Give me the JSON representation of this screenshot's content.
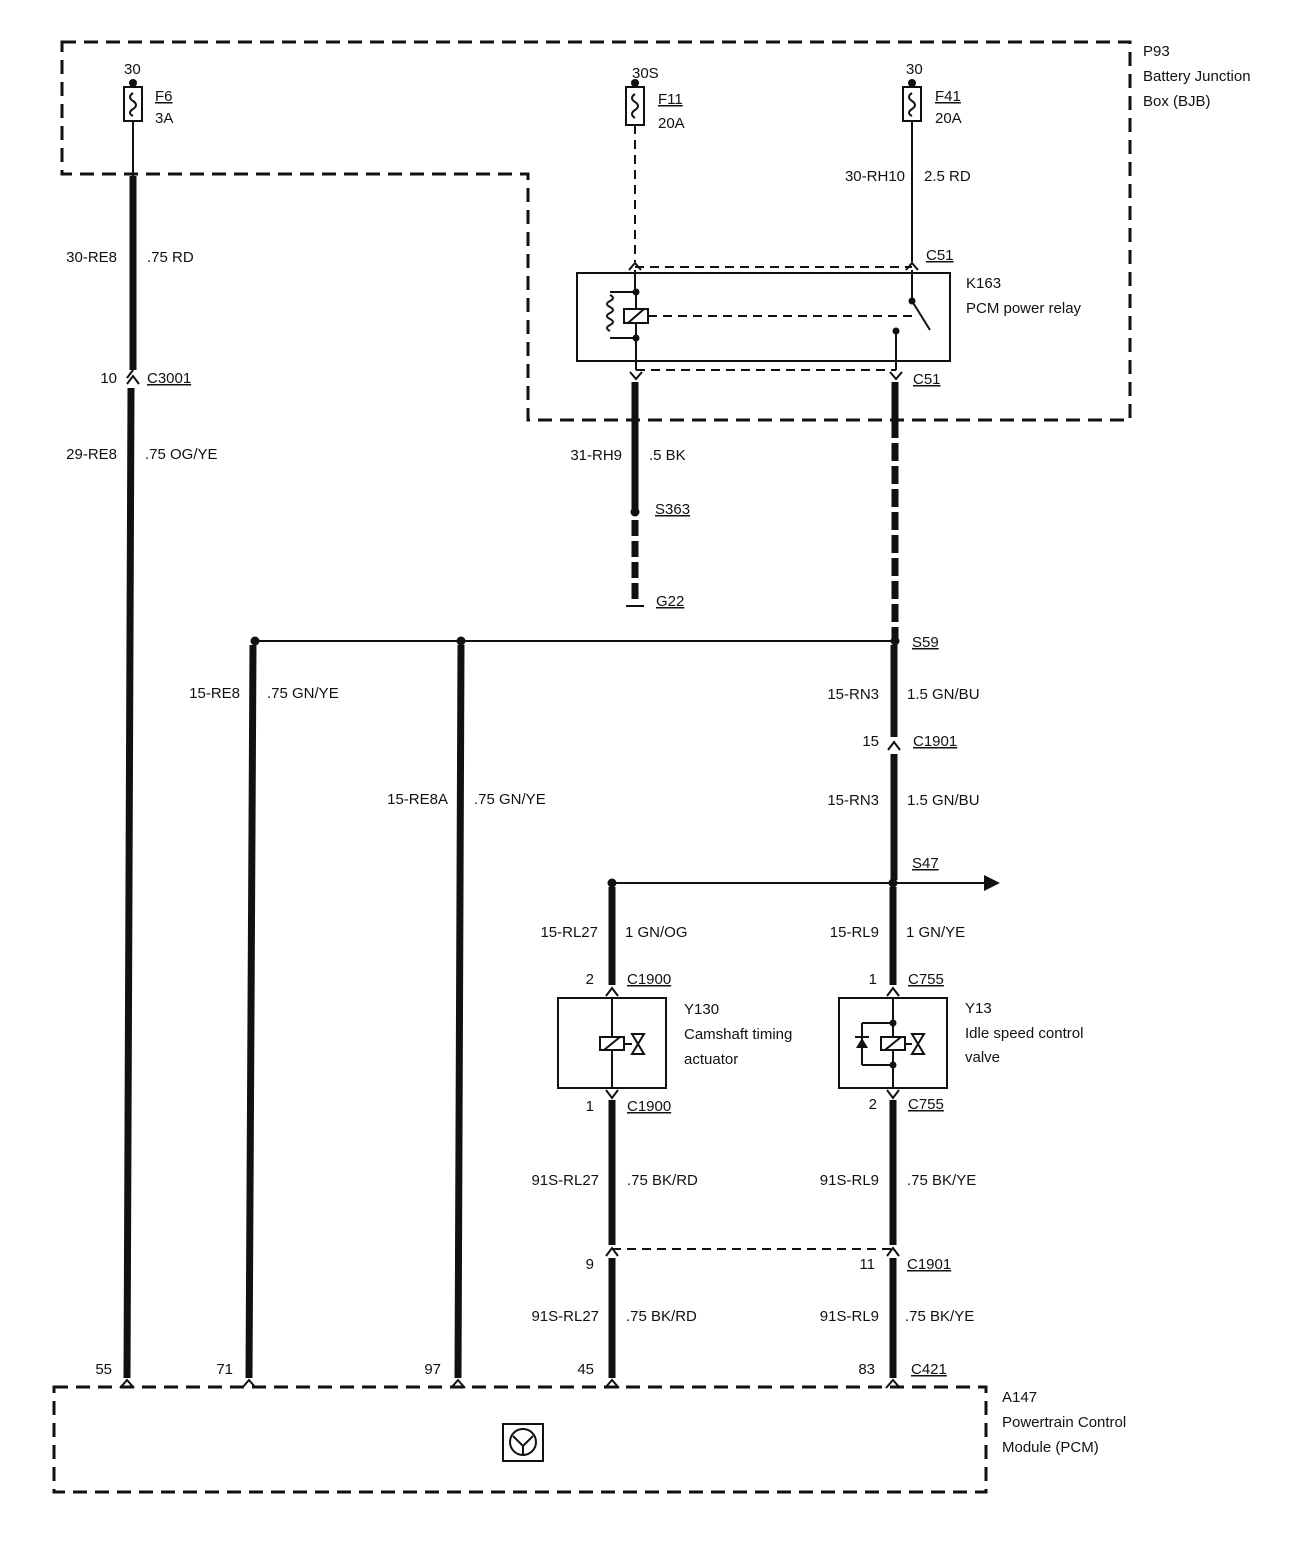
{
  "bjb": {
    "id": "P93",
    "name_line1": "Battery Junction",
    "name_line2": "Box (BJB)"
  },
  "pcm": {
    "id": "A147",
    "name_line1": "Powertrain Control",
    "name_line2": "Module (PCM)"
  },
  "fuses": [
    {
      "supply": "30",
      "id": "F6",
      "rating": "3A"
    },
    {
      "supply": "30S",
      "id": "F11",
      "rating": "20A"
    },
    {
      "supply": "30",
      "id": "F41",
      "rating": "20A"
    }
  ],
  "relay": {
    "id": "K163",
    "name": "PCM power relay",
    "connector_top": "C51",
    "connector_bottom": "C51"
  },
  "wires": {
    "w_30re8": {
      "circuit": "30-RE8",
      "spec": ".75 RD"
    },
    "w_29re8": {
      "circuit": "29-RE8",
      "spec": ".75 OG/YE"
    },
    "w_30rh10": {
      "circuit": "30-RH10",
      "spec": "2.5 RD"
    },
    "w_31rh9": {
      "circuit": "31-RH9",
      "spec": ".5 BK"
    },
    "w_15re8": {
      "circuit": "15-RE8",
      "spec": ".75 GN/YE"
    },
    "w_15re8a": {
      "circuit": "15-RE8A",
      "spec": ".75 GN/YE"
    },
    "w_15rn3_a": {
      "circuit": "15-RN3",
      "spec": "1.5 GN/BU"
    },
    "w_15rn3_b": {
      "circuit": "15-RN3",
      "spec": "1.5 GN/BU"
    },
    "w_15rl27": {
      "circuit": "15-RL27",
      "spec": "1 GN/OG"
    },
    "w_15rl9": {
      "circuit": "15-RL9",
      "spec": "1 GN/YE"
    },
    "w_91srl27_a": {
      "circuit": "91S-RL27",
      "spec": ".75 BK/RD"
    },
    "w_91srl9_a": {
      "circuit": "91S-RL9",
      "spec": ".75 BK/YE"
    },
    "w_91srl27_b": {
      "circuit": "91S-RL27",
      "spec": ".75 BK/RD"
    },
    "w_91srl9_b": {
      "circuit": "91S-RL9",
      "spec": ".75 BK/YE"
    }
  },
  "connectors": {
    "c3001": {
      "pin": "10",
      "id": "C3001"
    },
    "c1901_top": {
      "pin": "15",
      "id": "C1901"
    },
    "c1900_top": {
      "pin": "2",
      "id": "C1900"
    },
    "c1900_bot": {
      "pin": "1",
      "id": "C1900"
    },
    "c755_top": {
      "pin": "1",
      "id": "C755"
    },
    "c755_bot": {
      "pin": "2",
      "id": "C755"
    },
    "c1901_bot": {
      "pin_left": "9",
      "pin_right": "11",
      "id": "C1901"
    },
    "c421": {
      "pins": [
        "55",
        "71",
        "97",
        "45",
        "83"
      ],
      "id": "C421"
    }
  },
  "splices": {
    "s363": "S363",
    "s59": "S59",
    "s47": "S47"
  },
  "ground": {
    "id": "G22"
  },
  "components": {
    "y130": {
      "id": "Y130",
      "name_line1": "Camshaft timing",
      "name_line2": "actuator"
    },
    "y13": {
      "id": "Y13",
      "name_line1": "Idle speed control",
      "name_line2": "valve"
    }
  }
}
